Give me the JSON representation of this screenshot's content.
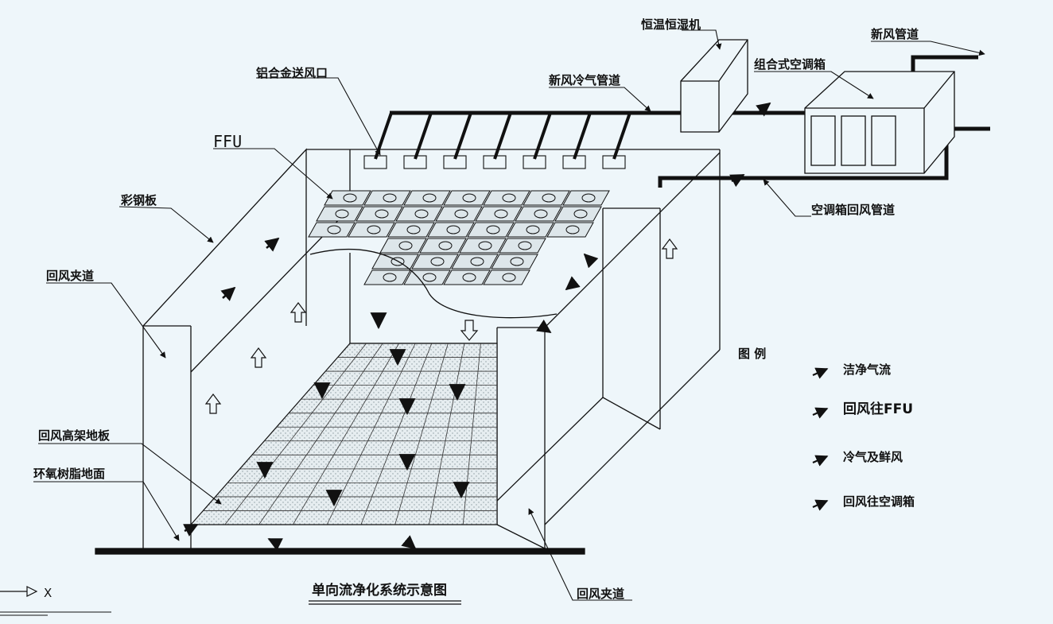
{
  "title": "单向流净化系统示意图",
  "labels": {
    "al_vent": "铝合金送风口",
    "ffu": "FFU",
    "color_steel": "彩钢板",
    "return_channel_left": "回风夹道",
    "raised_floor": "回风高架地板",
    "epoxy_floor": "环氧树脂地面",
    "return_channel_right": "回风夹道",
    "const_temp_humid": "恒温恒湿机",
    "fresh_cool_duct": "新风冷气管道",
    "fresh_duct": "新风管道",
    "ahu": "组合式空调箱",
    "ahu_return_duct": "空调箱回风管道"
  },
  "legend": {
    "title": "图 例",
    "items": [
      {
        "label": "洁净气流"
      },
      {
        "label": "回风往FFU"
      },
      {
        "label": "冷气及鲜风"
      },
      {
        "label": "回风往空调箱"
      }
    ]
  },
  "axis_label": "X",
  "colors": {
    "background": "#eef6fa",
    "line": "#111111",
    "grid_fill": "#dfe7eb"
  }
}
